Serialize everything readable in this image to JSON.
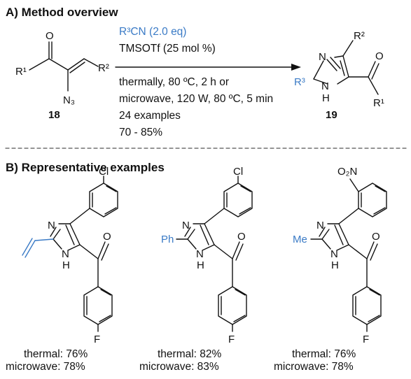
{
  "sectionA": {
    "title": "A) Method overview",
    "reagent_nitrile": "R³CN (2.0 eq)",
    "catalyst": "TMSOTf (25 mol %)",
    "cond1": "thermally, 80 ºC, 2 h or",
    "cond2": "microwave, 120 W, 80 ºC, 5 min",
    "examples": "24 examples",
    "yield_range": "70 - 85%",
    "start_label": "18",
    "product_label": "19"
  },
  "sectionB": {
    "title": "B) Representative examples",
    "examples": [
      {
        "substituent": "",
        "aryl_group": "Cl",
        "thermal": "thermal: 76%",
        "microwave": "microwave: 78%"
      },
      {
        "substituent": "Ph",
        "aryl_group": "Cl",
        "thermal": "thermal: 82%",
        "microwave": "microwave: 83%"
      },
      {
        "substituent": "Me",
        "aryl_group": "O₂N",
        "thermal": "thermal: 76%",
        "microwave": "microwave: 78%"
      }
    ]
  },
  "atoms": {
    "O": "O",
    "N": "N",
    "H": "H",
    "F": "F",
    "R1": "R¹",
    "R2": "R²",
    "R3": "R³",
    "N3": "N₃"
  },
  "colors": {
    "accent": "#3b7bc6",
    "bond": "#111111",
    "divider": "#555555"
  }
}
